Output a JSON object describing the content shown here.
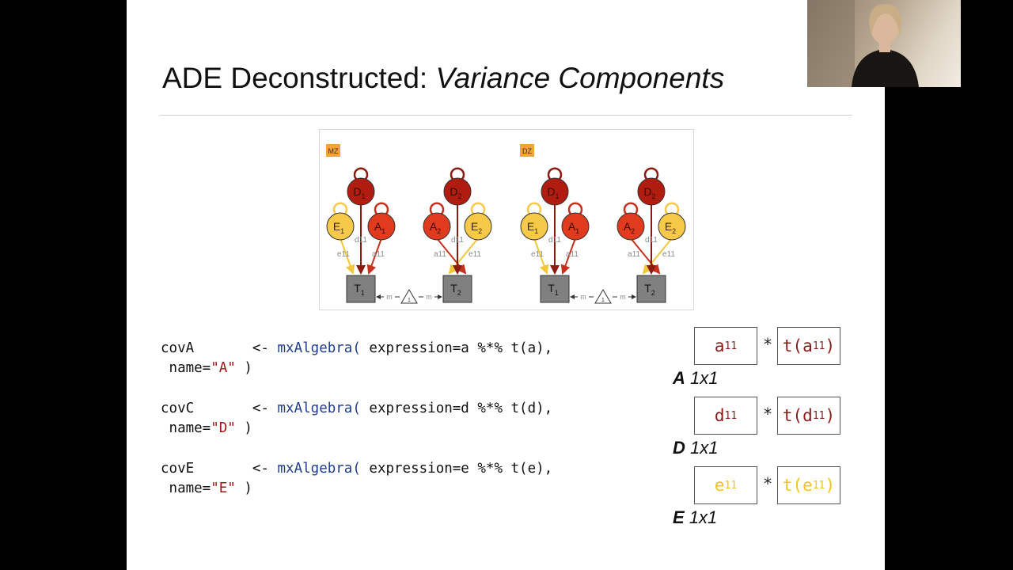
{
  "slide": {
    "title_plain": "ADE Deconstructed: ",
    "title_italic": "Variance Components"
  },
  "diagram": {
    "badges": [
      "MZ",
      "DZ"
    ],
    "twins": [
      {
        "D": "D",
        "Dsub": "1",
        "E": "E",
        "Esub": "1",
        "A": "A",
        "Asub": "1",
        "d": "d11",
        "e": "e11",
        "a": "a11",
        "T": "T",
        "Tsub": "1"
      },
      {
        "D": "D",
        "Dsub": "2",
        "E": "E",
        "Esub": "2",
        "A": "A",
        "Asub": "2",
        "d": "d11",
        "e": "e11",
        "a": "a11",
        "T": "T",
        "Tsub": "2"
      },
      {
        "D": "D",
        "Dsub": "1",
        "E": "E",
        "Esub": "1",
        "A": "A",
        "Asub": "1",
        "d": "d11",
        "e": "e11",
        "a": "a11",
        "T": "T",
        "Tsub": "1"
      },
      {
        "D": "D",
        "Dsub": "2",
        "E": "E",
        "Esub": "2",
        "A": "A",
        "Asub": "2",
        "d": "d11",
        "e": "e11",
        "a": "a11",
        "T": "T",
        "Tsub": "2"
      }
    ],
    "means": [
      "m",
      "m",
      "m",
      "m"
    ],
    "triangle_labels": [
      "1",
      "1"
    ],
    "colors": {
      "D": "#b01d10",
      "A": "#e03b1e",
      "E": "#f7c948",
      "T": "#808080",
      "path_E": "#f2c73b",
      "path_A": "#c8301e",
      "path_D": "#8b1a10"
    }
  },
  "code": {
    "blocks": [
      {
        "lhs": "covA",
        "arrow": "<-",
        "fn": "mxAlgebra(",
        "expr": " expression=a %*% t(a),",
        "name_key": "name=",
        "name_val": "\"A\"",
        "close": " )"
      },
      {
        "lhs": "covC",
        "arrow": "<-",
        "fn": "mxAlgebra(",
        "expr": " expression=d %*% t(d),",
        "name_key": "name=",
        "name_val": "\"D\"",
        "close": " )"
      },
      {
        "lhs": "covE",
        "arrow": "<-",
        "fn": "mxAlgebra(",
        "expr": " expression=e %*% t(e),",
        "name_key": "name=",
        "name_val": "\"E\"",
        "close": " )"
      }
    ]
  },
  "matrices": {
    "star": "*",
    "rows": [
      {
        "left": "a",
        "left_sub": "11",
        "right_pre": "t(a",
        "right_sub": "11",
        "right_post": ")",
        "label": "A",
        "dims": "1x1"
      },
      {
        "left": "d",
        "left_sub": "11",
        "right_pre": "t(d",
        "right_sub": "11",
        "right_post": ")",
        "label": "D",
        "dims": "1x1"
      },
      {
        "left": "e",
        "left_sub": "11",
        "right_pre": "t(e",
        "right_sub": "11",
        "right_post": ")",
        "label": "E",
        "dims": "1x1"
      }
    ],
    "colors": {
      "A": "#8b1a1a",
      "D": "#8b1a1a",
      "E": "#f0c419"
    }
  }
}
